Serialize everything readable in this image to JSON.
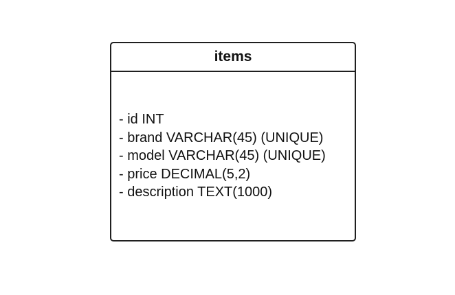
{
  "entity": {
    "title": "items",
    "attributes": [
      "- id INT",
      "- brand VARCHAR(45) (UNIQUE)",
      "- model VARCHAR(45) (UNIQUE)",
      "- price DECIMAL(5,2)",
      "- description TEXT(1000)"
    ]
  }
}
